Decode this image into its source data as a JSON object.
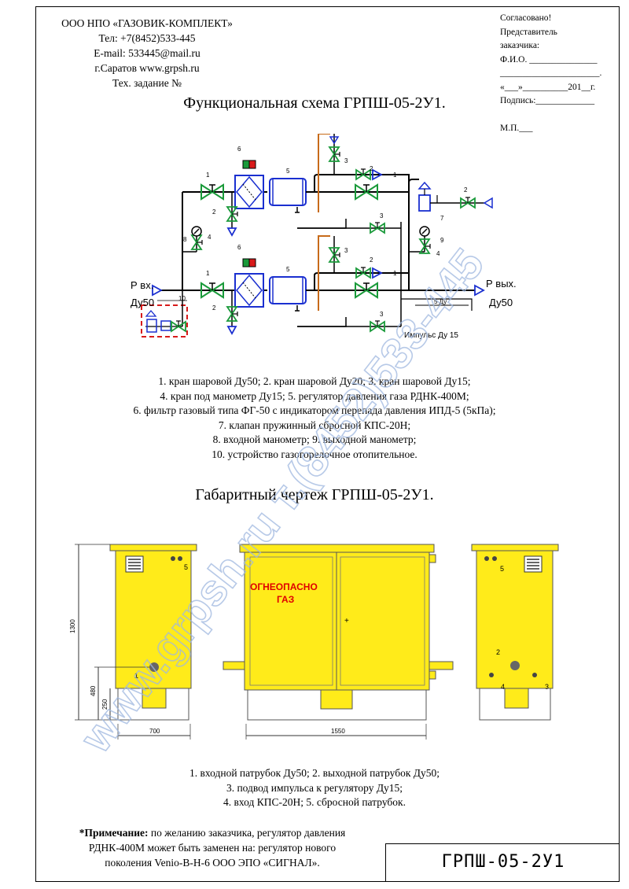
{
  "company": {
    "name": "ООО НПО «ГАЗОВИК-КОМПЛЕКТ»",
    "phone": "Тел: +7(8452)533-445",
    "email": "E-mail: 533445@mail.ru",
    "city_site": "г.Саратов  www.grpsh.ru",
    "task": "Тех. задание №"
  },
  "approval": {
    "line1": "Согласовано!",
    "line2": "Представитель",
    "line3": "заказчика:",
    "fio": "Ф.И.О. _______________",
    "blank": "______________________.",
    "date": "«___»__________201__г.",
    "sign": "Подпись:_____________",
    "mp": "М.П.___"
  },
  "functional_title": "Функциональная схема ГРПШ-05-2У1.",
  "scheme": {
    "p_in": "Р вх.",
    "du_in": "Ду50",
    "p_out": "Р вых.",
    "du_out": "Ду50",
    "impulse": "Импульс Ду 15",
    "five_du": "5 Ду",
    "numbers": [
      "1",
      "2",
      "3",
      "4",
      "5",
      "6",
      "7",
      "8",
      "9",
      "10"
    ]
  },
  "legend": [
    "1. кран шаровой Ду50; 2. кран шаровой Ду20; 3. кран шаровой Ду15;",
    "4. кран под манометр Ду15; 5. регулятор давления газа РДНК-400М;",
    "6. фильтр газовый типа ФГ-50 с индикатором перепада давления ИПД-5 (5кПа);",
    "7. клапан пружинный сбросной КПС-20Н;",
    "8. входной манометр; 9. выходной манометр;",
    "10. устройство газогорелочное отопительное."
  ],
  "dimensional_title": "Габаритный чертеж ГРПШ-05-2У1.",
  "drawing": {
    "warning1": "ОГНЕОПАСНО",
    "warning2": "ГАЗ",
    "dim_height": "1300",
    "dim_480": "480",
    "dim_250": "250",
    "dim_700": "700",
    "dim_1550": "1550",
    "colors": {
      "cabinet": "#ffeb1a",
      "outline": "#555555",
      "warning": "#e00000"
    }
  },
  "legend2": [
    "1. входной патрубок Ду50; 2. выходной патрубок Ду50;",
    "3. подвод импульса к регулятору Ду15;",
    "4. вход КПС-20Н; 5. сбросной патрубок."
  ],
  "note": {
    "bold": "*Примечание:",
    "line1": " по желанию заказчика, регулятор давления",
    "line2": "РДНК-400М может быть заменен на: регулятор нового",
    "line3": "поколения Venio-В-Н-6 ООО ЭПО «СИГНАЛ»."
  },
  "title_block": "ГРПШ-05-2У1",
  "watermark": "www.grpsh.ru  т.(8452)533-445"
}
